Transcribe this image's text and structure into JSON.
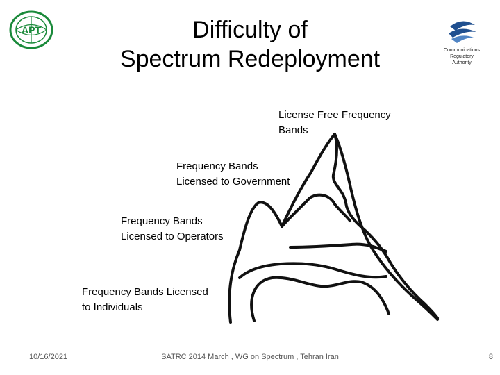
{
  "title": {
    "line1": "Difficulty of",
    "line2": "Spectrum Redeployment"
  },
  "logos": {
    "left": {
      "text": "APT",
      "color": "#1a8a3a"
    },
    "right": {
      "line1": "Communications",
      "line2": "Regulatory",
      "line3": "Authority",
      "color": "#1f4f8f"
    }
  },
  "diagram": {
    "labels": {
      "license_free": {
        "line1": "License Free Frequency",
        "line2": "Bands"
      },
      "government": {
        "line1": "Frequency Bands",
        "line2": "Licensed to Government"
      },
      "operators": {
        "line1": "Frequency Bands",
        "line2": "Licensed to Operators"
      },
      "individuals": {
        "line1": "Frequency Bands Licensed",
        "line2": "to Individuals"
      }
    }
  },
  "footer": {
    "date": "10/16/2021",
    "center": "SATRC 2014 March , WG on Spectrum , Tehran Iran",
    "page": "8"
  }
}
